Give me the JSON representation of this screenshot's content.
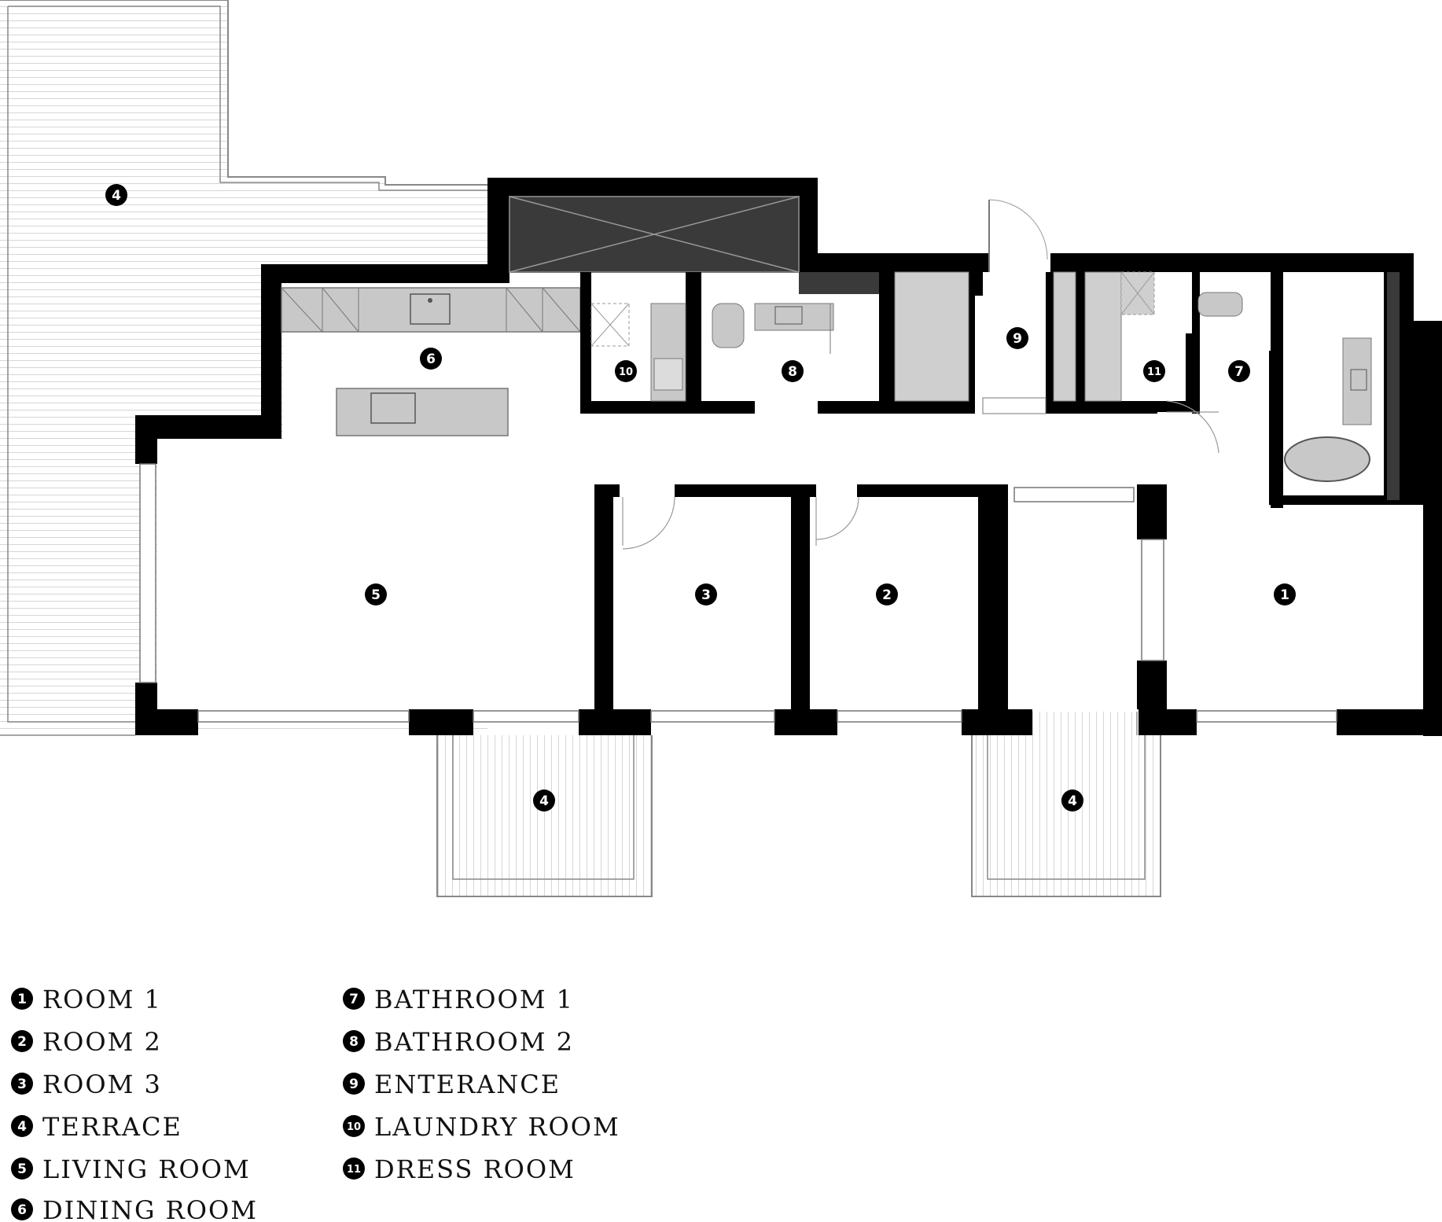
{
  "colors": {
    "wall": "#000000",
    "shaft": "#3a3a3a",
    "fixture": "#c8c8c8",
    "hatch": "#d9d9d9",
    "outline": "#777777",
    "badge": "#000000",
    "text": "#111111"
  },
  "plan": {
    "labels": [
      "1",
      "2",
      "3",
      "4",
      "4",
      "4",
      "5",
      "6",
      "7",
      "8",
      "9",
      "10",
      "11"
    ]
  },
  "legend": [
    {
      "num": "1",
      "text": "ROOM 1"
    },
    {
      "num": "2",
      "text": "ROOM 2"
    },
    {
      "num": "3",
      "text": "ROOM 3"
    },
    {
      "num": "4",
      "text": "TERRACE"
    },
    {
      "num": "5",
      "text": "LIVING ROOM"
    },
    {
      "num": "6",
      "text": "DINING ROOM"
    },
    {
      "num": "7",
      "text": "BATHROOM 1"
    },
    {
      "num": "8",
      "text": "BATHROOM 2"
    },
    {
      "num": "9",
      "text": "ENTERANCE"
    },
    {
      "num": "10",
      "text": "LAUNDRY ROOM"
    },
    {
      "num": "11",
      "text": "DRESS ROOM"
    }
  ]
}
